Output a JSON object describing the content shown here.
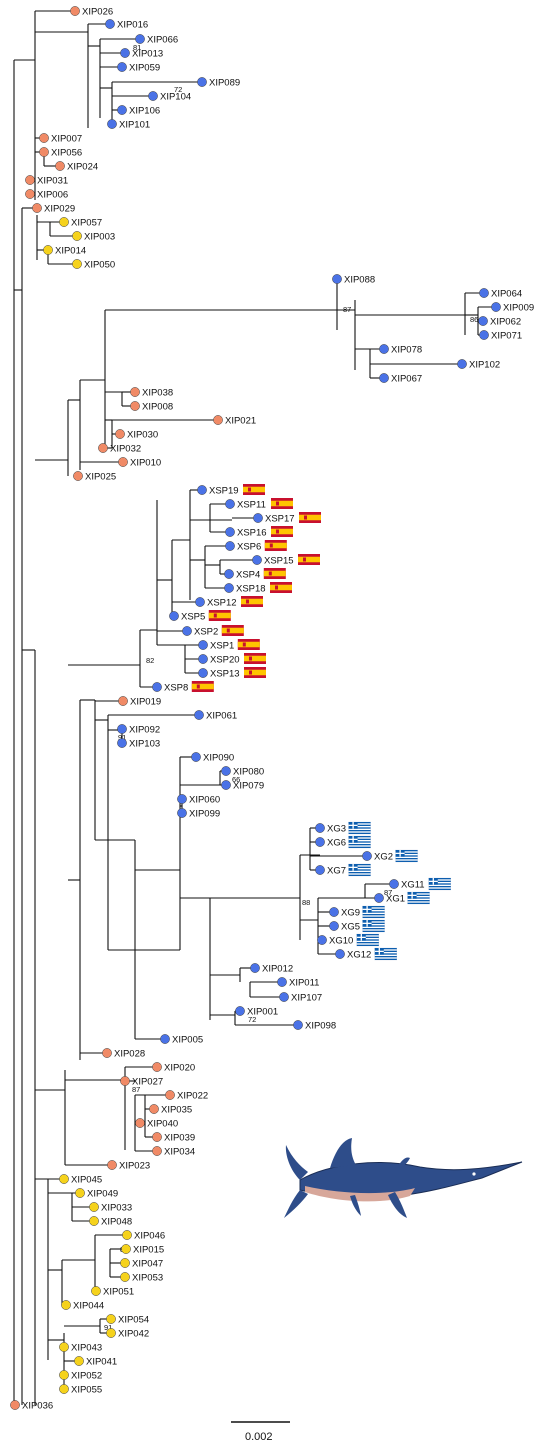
{
  "colors": {
    "orange": "#f08a66",
    "blue": "#4a72e6",
    "yellow": "#f5d21c",
    "branch": "#111111",
    "spain_red": "#c8102e",
    "spain_yellow": "#ffc400",
    "greece_blue": "#0d5eaf"
  },
  "scale_bar": {
    "label": "0.002"
  },
  "tips": [
    {
      "id": "XIP026",
      "c": "orange"
    },
    {
      "id": "XIP016",
      "c": "blue"
    },
    {
      "id": "XIP066",
      "c": "blue"
    },
    {
      "id": "XIP013",
      "c": "blue"
    },
    {
      "id": "XIP059",
      "c": "blue"
    },
    {
      "id": "XIP089",
      "c": "blue"
    },
    {
      "id": "XIP104",
      "c": "blue"
    },
    {
      "id": "XIP106",
      "c": "blue"
    },
    {
      "id": "XIP101",
      "c": "blue"
    },
    {
      "id": "XIP007",
      "c": "orange"
    },
    {
      "id": "XIP056",
      "c": "orange"
    },
    {
      "id": "XIP024",
      "c": "orange"
    },
    {
      "id": "XIP031",
      "c": "orange"
    },
    {
      "id": "XIP006",
      "c": "orange"
    },
    {
      "id": "XIP029",
      "c": "orange"
    },
    {
      "id": "XIP057",
      "c": "yellow"
    },
    {
      "id": "XIP003",
      "c": "yellow"
    },
    {
      "id": "XIP014",
      "c": "yellow"
    },
    {
      "id": "XIP050",
      "c": "yellow"
    },
    {
      "id": "XIP088",
      "c": "blue"
    },
    {
      "id": "XIP064",
      "c": "blue"
    },
    {
      "id": "XIP009",
      "c": "blue"
    },
    {
      "id": "XIP062",
      "c": "blue"
    },
    {
      "id": "XIP071",
      "c": "blue"
    },
    {
      "id": "XIP078",
      "c": "blue"
    },
    {
      "id": "XIP102",
      "c": "blue"
    },
    {
      "id": "XIP067",
      "c": "blue"
    },
    {
      "id": "XIP038",
      "c": "orange"
    },
    {
      "id": "XIP008",
      "c": "orange"
    },
    {
      "id": "XIP021",
      "c": "orange"
    },
    {
      "id": "XIP030",
      "c": "orange"
    },
    {
      "id": "XIP032",
      "c": "orange"
    },
    {
      "id": "XIP010",
      "c": "orange"
    },
    {
      "id": "XIP025",
      "c": "orange"
    },
    {
      "id": "XSP19",
      "c": "blue",
      "flag": "spain"
    },
    {
      "id": "XSP11",
      "c": "blue",
      "flag": "spain"
    },
    {
      "id": "XSP17",
      "c": "blue",
      "flag": "spain"
    },
    {
      "id": "XSP16",
      "c": "blue",
      "flag": "spain"
    },
    {
      "id": "XSP6",
      "c": "blue",
      "flag": "spain"
    },
    {
      "id": "XSP15",
      "c": "blue",
      "flag": "spain"
    },
    {
      "id": "XSP4",
      "c": "blue",
      "flag": "spain"
    },
    {
      "id": "XSP18",
      "c": "blue",
      "flag": "spain"
    },
    {
      "id": "XSP12",
      "c": "blue",
      "flag": "spain"
    },
    {
      "id": "XSP5",
      "c": "blue",
      "flag": "spain"
    },
    {
      "id": "XSP2",
      "c": "blue",
      "flag": "spain"
    },
    {
      "id": "XSP1",
      "c": "blue",
      "flag": "spain"
    },
    {
      "id": "XSP20",
      "c": "blue",
      "flag": "spain"
    },
    {
      "id": "XSP13",
      "c": "blue",
      "flag": "spain"
    },
    {
      "id": "XSP8",
      "c": "blue",
      "flag": "spain"
    },
    {
      "id": "XIP019",
      "c": "orange"
    },
    {
      "id": "XIP061",
      "c": "blue"
    },
    {
      "id": "XIP092",
      "c": "blue"
    },
    {
      "id": "XIP103",
      "c": "blue"
    },
    {
      "id": "XIP090",
      "c": "blue"
    },
    {
      "id": "XIP080",
      "c": "blue"
    },
    {
      "id": "XIP079",
      "c": "blue"
    },
    {
      "id": "XIP060",
      "c": "blue"
    },
    {
      "id": "XIP099",
      "c": "blue"
    },
    {
      "id": "XG3",
      "c": "blue",
      "flag": "greece"
    },
    {
      "id": "XG6",
      "c": "blue",
      "flag": "greece"
    },
    {
      "id": "XG2",
      "c": "blue",
      "flag": "greece"
    },
    {
      "id": "XG7",
      "c": "blue",
      "flag": "greece"
    },
    {
      "id": "XG11",
      "c": "blue",
      "flag": "greece"
    },
    {
      "id": "XG1",
      "c": "blue",
      "flag": "greece"
    },
    {
      "id": "XG9",
      "c": "blue",
      "flag": "greece"
    },
    {
      "id": "XG5",
      "c": "blue",
      "flag": "greece"
    },
    {
      "id": "XG10",
      "c": "blue",
      "flag": "greece"
    },
    {
      "id": "XG12",
      "c": "blue",
      "flag": "greece"
    },
    {
      "id": "XIP012",
      "c": "blue"
    },
    {
      "id": "XIP011",
      "c": "blue"
    },
    {
      "id": "XIP107",
      "c": "blue"
    },
    {
      "id": "XIP001",
      "c": "blue"
    },
    {
      "id": "XIP098",
      "c": "blue"
    },
    {
      "id": "XIP005",
      "c": "blue"
    },
    {
      "id": "XIP028",
      "c": "orange"
    },
    {
      "id": "XIP020",
      "c": "orange"
    },
    {
      "id": "XIP027",
      "c": "orange"
    },
    {
      "id": "XIP022",
      "c": "orange"
    },
    {
      "id": "XIP035",
      "c": "orange"
    },
    {
      "id": "XIP040",
      "c": "orange"
    },
    {
      "id": "XIP039",
      "c": "orange"
    },
    {
      "id": "XIP034",
      "c": "orange"
    },
    {
      "id": "XIP023",
      "c": "orange"
    },
    {
      "id": "XIP045",
      "c": "yellow"
    },
    {
      "id": "XIP049",
      "c": "yellow"
    },
    {
      "id": "XIP033",
      "c": "yellow"
    },
    {
      "id": "XIP048",
      "c": "yellow"
    },
    {
      "id": "XIP046",
      "c": "yellow"
    },
    {
      "id": "XIP015",
      "c": "yellow"
    },
    {
      "id": "XIP047",
      "c": "yellow"
    },
    {
      "id": "XIP053",
      "c": "yellow"
    },
    {
      "id": "XIP051",
      "c": "yellow"
    },
    {
      "id": "XIP044",
      "c": "yellow"
    },
    {
      "id": "XIP054",
      "c": "yellow"
    },
    {
      "id": "XIP042",
      "c": "yellow"
    },
    {
      "id": "XIP043",
      "c": "yellow"
    },
    {
      "id": "XIP041",
      "c": "yellow"
    },
    {
      "id": "XIP052",
      "c": "yellow"
    },
    {
      "id": "XIP055",
      "c": "yellow"
    },
    {
      "id": "XIP036",
      "c": "orange"
    }
  ],
  "supports": [
    "81",
    "72",
    "87",
    "86",
    "82",
    "91",
    "66",
    "88",
    "87",
    "72",
    "87",
    "87",
    "91"
  ]
}
